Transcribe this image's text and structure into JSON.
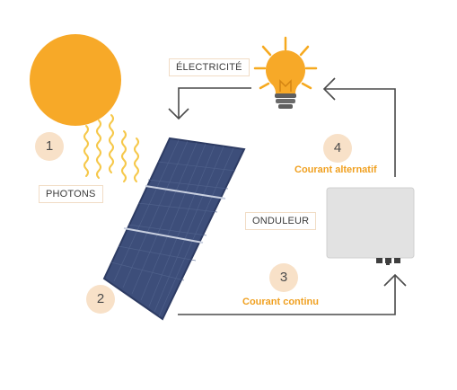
{
  "labels": {
    "electricite": "ÉLECTRICITÉ",
    "photons": "PHOTONS",
    "onduleur": "ONDULEUR"
  },
  "steps": [
    {
      "number": "1",
      "caption": ""
    },
    {
      "number": "2",
      "caption": ""
    },
    {
      "number": "3",
      "caption": "Courant continu"
    },
    {
      "number": "4",
      "caption": "Courant alternatif"
    }
  ],
  "colors": {
    "sun": "#f7a928",
    "rays": "#f6c84a",
    "panel": "#3d4e7a",
    "panel_frame": "#2d3b63",
    "inverter": "#e2e2e2",
    "arrows": "#4a4a4a",
    "accent_text": "#f0a020",
    "badge": "#f8e1c8"
  },
  "icons": [
    "sun-icon",
    "photon-waves-icon",
    "solar-panel-icon",
    "inverter-icon",
    "light-bulb-icon"
  ]
}
